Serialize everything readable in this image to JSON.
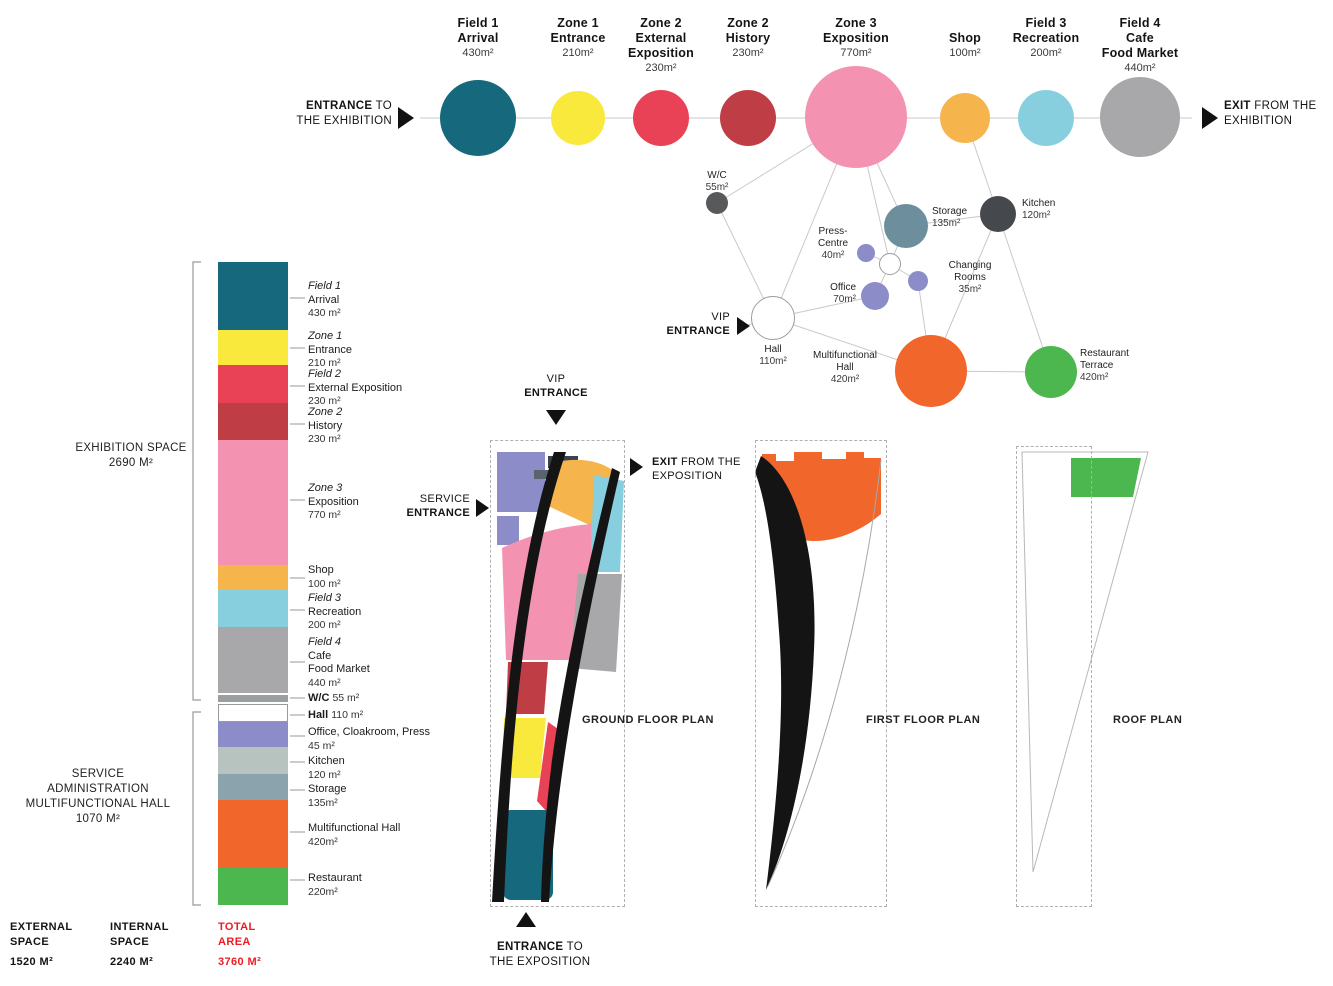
{
  "palette": {
    "teal": "#16697c",
    "yellow": "#f9e93c",
    "red": "#e94256",
    "dark_red": "#bf3e45",
    "pink": "#f492b2",
    "orange": "#f6b44d",
    "light_blue": "#87cfdf",
    "gray": "#a8a8aa",
    "wc_gray": "#58595b",
    "purple": "#8b8cc8",
    "storage_slate": "#6d8f9d",
    "kitchen_charcoal": "#45494d",
    "kitchen_bar": "#b7c3bf",
    "storage_bar": "#8ba3ac",
    "wc_bar": "#9aa0a2",
    "hall_orange": "#f1662a",
    "green": "#4cb74e",
    "total_red": "#ed1c24",
    "line": "#c9c9c9",
    "ink": "#141414"
  },
  "flow": {
    "entrance": {
      "bold": "ENTRANCE",
      "rest": " TO",
      "line2": "THE EXHIBITION"
    },
    "exit": {
      "bold": "EXIT",
      "rest": " FROM THE",
      "line2": "EXHIBITION"
    },
    "nodes": [
      {
        "t1": "Field 1",
        "t2": "Arrival",
        "area": "430m²"
      },
      {
        "t1": "Zone 1",
        "t2": "Entrance",
        "area": "210m²"
      },
      {
        "t1": "Zone 2",
        "t2": "External",
        "t3": "Exposition",
        "area": "230m²"
      },
      {
        "t1": "Zone 2",
        "t2": "History",
        "area": "230m²"
      },
      {
        "t1": "Zone 3",
        "t2": "Exposition",
        "area": "770m²"
      },
      {
        "t1": "Shop",
        "area": "100m²"
      },
      {
        "t1": "Field 3",
        "t2": "Recreation",
        "area": "200m²"
      },
      {
        "t1": "Field 4",
        "t2": "Cafe",
        "t3": "Food Market",
        "area": "440m²"
      }
    ]
  },
  "cluster": {
    "vip": {
      "line1": "VIP",
      "line2": "ENTRANCE"
    },
    "nodes": [
      {
        "l1": "W/C",
        "area": "55m²"
      },
      {
        "l1": "Press-",
        "l2": "Centre",
        "area": "40m²"
      },
      {
        "l1": "Office",
        "area": "70m²"
      },
      {
        "l1": "Storage",
        "area": "135m²"
      },
      {
        "l1": "Kitchen",
        "area": "120m²"
      },
      {
        "l1": "Changing",
        "l2": "Rooms",
        "area": "35m²"
      },
      {
        "l1": "Hall",
        "area": "110m²"
      },
      {
        "l1": "Multifunctional",
        "l2": "Hall",
        "area": "420m²"
      },
      {
        "l1": "Restaurant",
        "l2": "Terrace",
        "area": "420m²"
      }
    ]
  },
  "legend": {
    "groups": [
      {
        "l1": "EXHIBITION SPACE",
        "l2": "2690 M²"
      },
      {
        "l1": "SERVICE",
        "l2": "ADMINISTRATION",
        "l3": "MULTIFUNCTIONAL HALL",
        "l4": "1070 M²"
      }
    ],
    "items": [
      {
        "zone": "Field 1",
        "name": "Arrival",
        "area": "430 m²",
        "value": 430
      },
      {
        "zone": "Zone 1",
        "name": "Entrance",
        "area": "210 m²",
        "value": 210
      },
      {
        "zone": "Field 2",
        "name": "External Exposition",
        "area": "230 m²",
        "value": 230
      },
      {
        "zone": "Zone 2",
        "name": "History",
        "area": "230 m²",
        "value": 230
      },
      {
        "zone": "Zone 3",
        "name": "Exposition",
        "area": "770 m²",
        "value": 770
      },
      {
        "name": "Shop",
        "area": "100 m²",
        "value": 100
      },
      {
        "zone": "Field 3",
        "name": "Recreation",
        "area": "200 m²",
        "value": 200
      },
      {
        "zone": "Field 4",
        "name": "Cafe",
        "name2": "Food Market",
        "area": "440 m²",
        "value": 440
      },
      {
        "name": "W/C",
        "area": "55 m²",
        "value": 55
      },
      {
        "name": "Hall",
        "area": "110 m²",
        "value": 110
      },
      {
        "name": "Office, Cloakroom, Press",
        "area": "45 m²",
        "value": 45
      },
      {
        "name": "Kitchen",
        "area": "120 m²",
        "value": 120
      },
      {
        "name": "Storage",
        "area": "135m²",
        "value": 135
      },
      {
        "name": "Multifunctional Hall",
        "area": "420m²",
        "value": 420
      },
      {
        "name": "Restaurant",
        "area": "220m²",
        "value": 220
      }
    ],
    "totals": [
      {
        "l1": "EXTERNAL",
        "l2": "SPACE",
        "value": "1520 M²"
      },
      {
        "l1": "INTERNAL",
        "l2": "SPACE",
        "value": "2240 M²"
      },
      {
        "l1": "TOTAL",
        "l2": "AREA",
        "value": "3760 M²"
      }
    ]
  },
  "plans": {
    "ground": {
      "caption": "GROUND FLOOR PLAN",
      "vip1": "VIP",
      "vip2": "ENTRANCE",
      "service1": "SERVICE",
      "service2": "ENTRANCE",
      "exit": {
        "bold": "EXIT",
        "rest": " FROM THE",
        "line2": "EXPOSITION"
      },
      "entrance": {
        "bold": "ENTRANCE",
        "rest": " TO",
        "line2": "THE EXPOSITION"
      }
    },
    "first": {
      "caption": "FIRST FLOOR PLAN"
    },
    "roof": {
      "caption": "ROOF PLAN"
    }
  }
}
